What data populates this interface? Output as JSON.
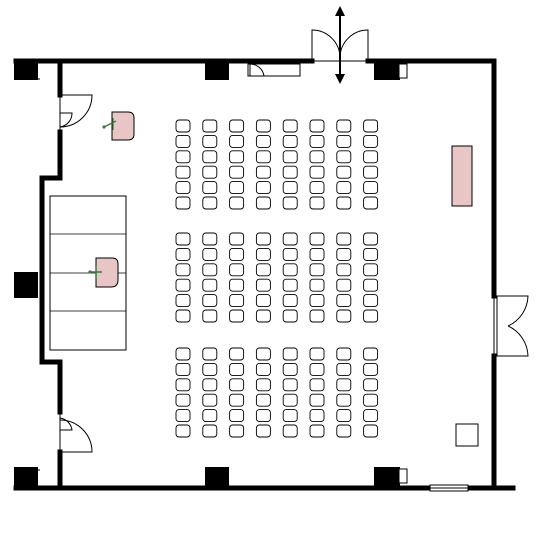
{
  "colors": {
    "wall": "#000000",
    "chair_fill": "#ffffff",
    "furniture_fill": "#e9c6c6",
    "podium_icon": "#3a7a3a"
  },
  "seating": {
    "columns": 8,
    "blocks": [
      {
        "rows": 6
      },
      {
        "rows": 6
      },
      {
        "rows": 6
      }
    ]
  }
}
